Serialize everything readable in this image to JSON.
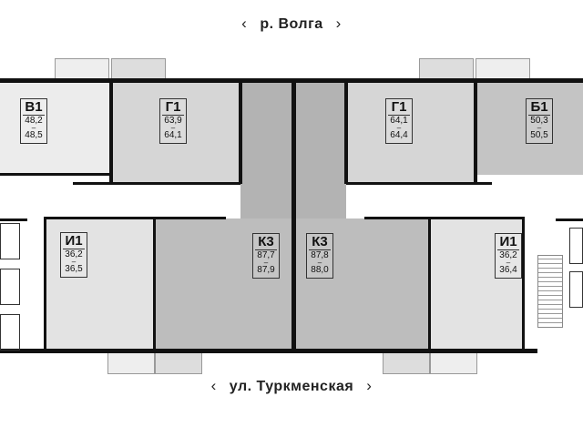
{
  "streets": {
    "top": "р. Волга",
    "bottom": "ул. Туркменская",
    "prev_icon": "‹",
    "next_icon": "›"
  },
  "units": [
    {
      "code": "В1",
      "area_min": "48,2",
      "area_max": "48,5"
    },
    {
      "code": "Г1",
      "area_min": "63,9",
      "area_max": "64,1"
    },
    {
      "code": "Г1",
      "area_min": "64,1",
      "area_max": "64,4"
    },
    {
      "code": "Б1",
      "area_min": "50,3",
      "area_max": "50,5"
    },
    {
      "code": "И1",
      "area_min": "36,2",
      "area_max": "36,5"
    },
    {
      "code": "К3",
      "area_min": "87,7",
      "area_max": "87,9"
    },
    {
      "code": "К3",
      "area_min": "87,8",
      "area_max": "88,0"
    },
    {
      "code": "И1",
      "area_min": "36,2",
      "area_max": "36,4"
    }
  ],
  "colors": {
    "light": "#ececec",
    "mid": "#d4d4d4",
    "dark": "#bcbcbc",
    "darker": "#adadad",
    "wall": "#111111"
  }
}
